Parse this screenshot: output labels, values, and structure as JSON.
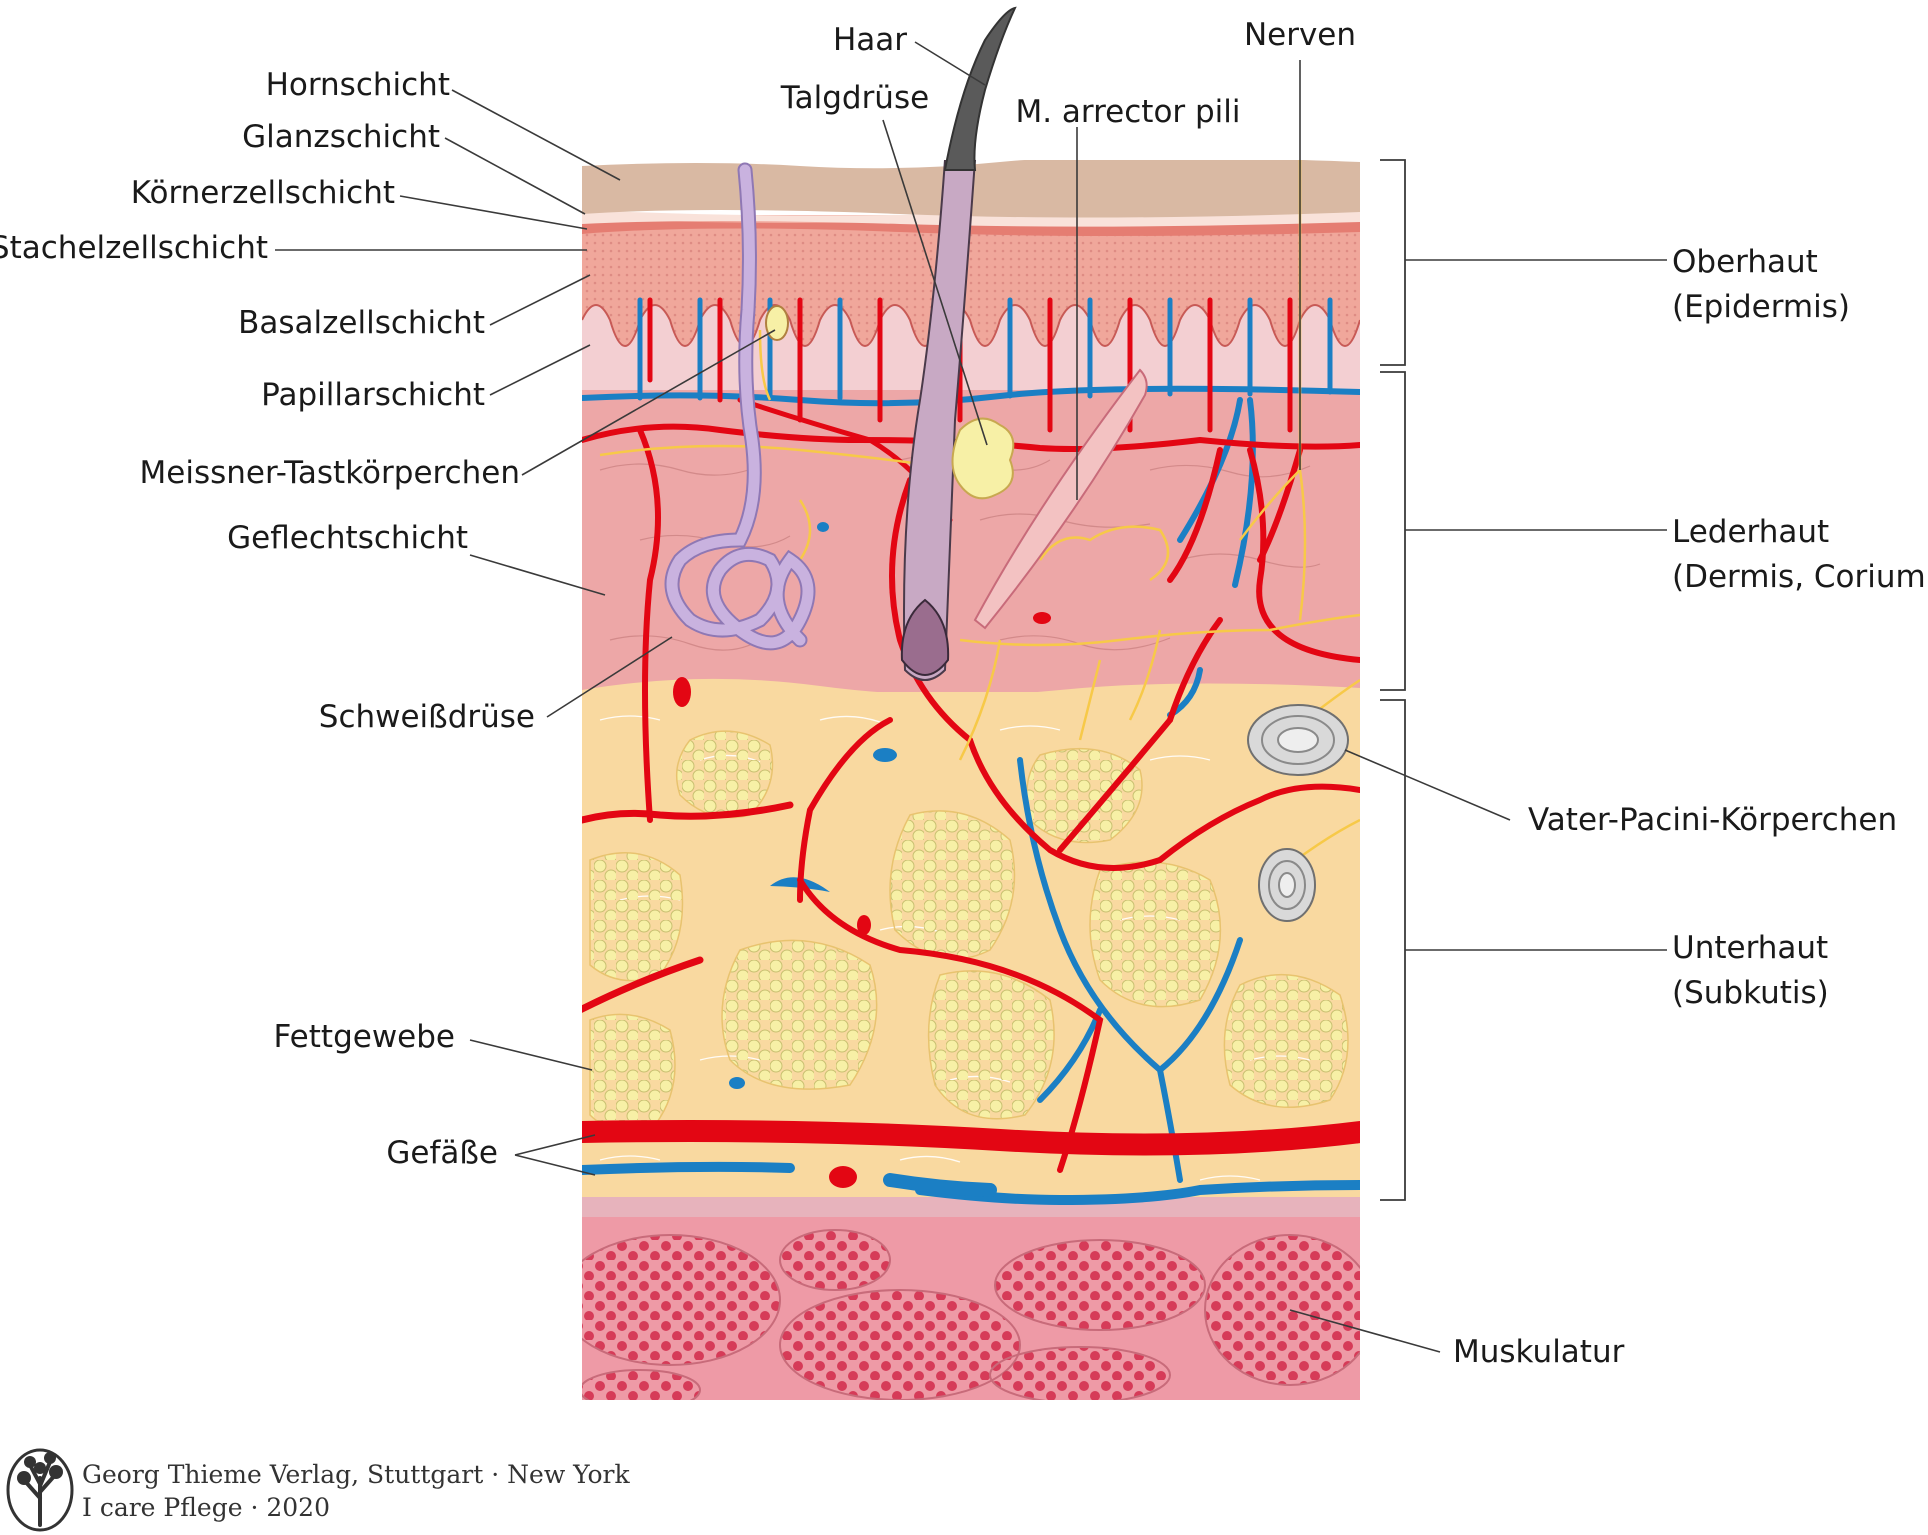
{
  "colors": {
    "artery": "#e30613",
    "vein": "#1b7fc4",
    "nerve": "#f7c948",
    "fat_bg": "#f9d9a0",
    "fat_cells": "#f7f0a6",
    "dermis": "#eda7a7",
    "horn_layer": "#d9b9a3",
    "muscle": "#ee9aa6",
    "muscle_dots": "#d63b58",
    "sweat_gland": "#c9b2df"
  },
  "labels_left": [
    {
      "id": "hornschicht",
      "text": "Hornschicht"
    },
    {
      "id": "glanzschicht",
      "text": "Glanzschicht"
    },
    {
      "id": "koernerzellschicht",
      "text": "Körnerzellschicht"
    },
    {
      "id": "stachelzellschicht",
      "text": "Stachelzellschicht"
    },
    {
      "id": "basalzellschicht",
      "text": "Basalzellschicht"
    },
    {
      "id": "papillarschicht",
      "text": "Papillarschicht"
    },
    {
      "id": "meissner",
      "text": "Meissner-Tastkörperchen"
    },
    {
      "id": "geflechtschicht",
      "text": "Geflechtschicht"
    },
    {
      "id": "schweissdruese",
      "text": "Schweißdrüse"
    },
    {
      "id": "fettgewebe",
      "text": "Fettgewebe"
    },
    {
      "id": "gefaesse",
      "text": "Gefäße"
    }
  ],
  "labels_top": [
    {
      "id": "haar",
      "text": "Haar"
    },
    {
      "id": "talgdruese",
      "text": "Talgdrüse"
    },
    {
      "id": "arrector",
      "text": "M. arrector pili"
    },
    {
      "id": "nerven",
      "text": "Nerven"
    }
  ],
  "labels_right": [
    {
      "id": "oberhaut",
      "line1": "Oberhaut",
      "line2": "(Epidermis)"
    },
    {
      "id": "lederhaut",
      "line1": "Lederhaut",
      "line2": "(Dermis, Corium)"
    },
    {
      "id": "vater_pacini",
      "line1": "Vater-Pacini-Körperchen",
      "line2": ""
    },
    {
      "id": "unterhaut",
      "line1": "Unterhaut",
      "line2": "(Subkutis)"
    },
    {
      "id": "muskulatur",
      "line1": "Muskulatur",
      "line2": ""
    }
  ],
  "credit": {
    "line1": "Georg Thieme Verlag, Stuttgart · New York",
    "line2": "I care Pflege · 2020"
  },
  "icons": [
    "thieme-tree-logo-icon"
  ]
}
